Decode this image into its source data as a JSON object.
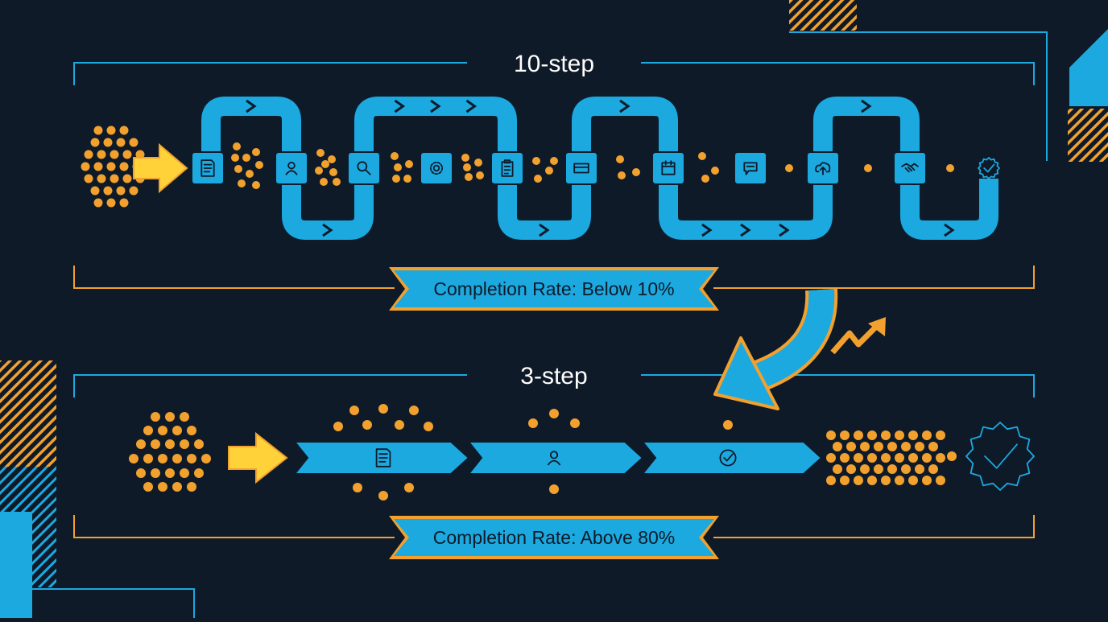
{
  "colors": {
    "background": "#0f1a28",
    "accent_blue": "#1ca9e0",
    "accent_orange": "#f2a12e",
    "arrow_yellow": "#ffd23a",
    "dark_ink": "#0d1b2a",
    "text": "#ffffff"
  },
  "top_flow": {
    "title": "10-step",
    "rate_label": "Completion Rate: Below 10%",
    "step_icons": [
      "document-icon",
      "user-icon",
      "search-icon",
      "gear-icon",
      "clipboard-icon",
      "credit-card-icon",
      "calendar-icon",
      "chat-icon",
      "cloud-upload-icon",
      "handshake-icon"
    ],
    "end_icon": "check-badge-icon"
  },
  "bottom_flow": {
    "title": "3-step",
    "rate_label": "Completion Rate: Above 80%",
    "step_icons": [
      "document-icon",
      "user-icon",
      "check-circle-icon"
    ],
    "end_icon": "check-badge-icon"
  }
}
